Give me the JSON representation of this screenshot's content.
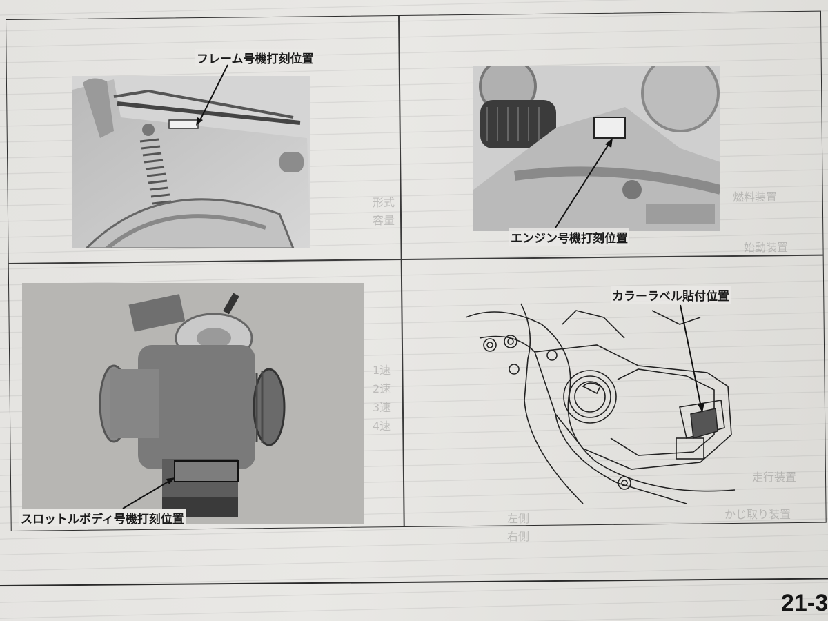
{
  "labels": {
    "frame_number": "フレーム号機打刻位置",
    "engine_number": "エンジン号機打刻位置",
    "throttle_body_number": "スロットルボディ号機打刻位置",
    "color_label": "カラーラベル貼付位置"
  },
  "page_number": "21-3",
  "bleed_through": [
    "燃料装置",
    "始動装置",
    "走行装置",
    "かじ取り装置",
    "左側",
    "右側",
    "形式",
    "容量",
    "1速",
    "2速",
    "3速",
    "4速"
  ]
}
